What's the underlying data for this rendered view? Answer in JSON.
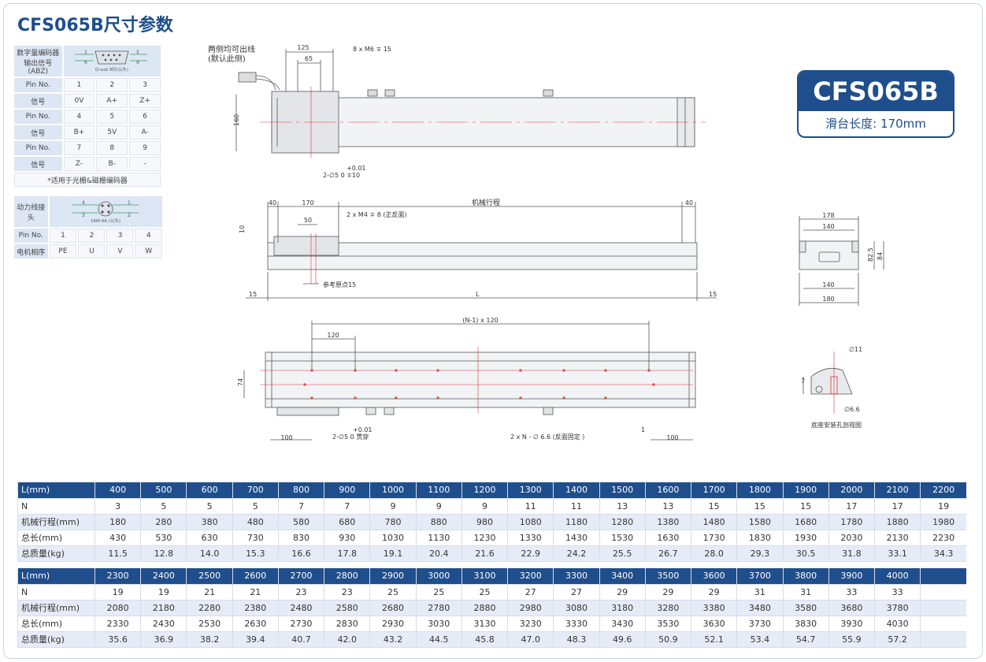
{
  "title": "CFS065B尺寸参数",
  "badge": {
    "model": "CFS065B",
    "travel_label": "滑台长度: 170mm"
  },
  "encoder": {
    "header": "数字量编码器\n输出信号(ABZ)",
    "connector_label": "D-sub 9针(公头)",
    "conn_pins": [
      "1",
      "5",
      "6",
      "9"
    ],
    "rows": [
      {
        "label": "Pin No.",
        "cells": [
          "1",
          "2",
          "3"
        ]
      },
      {
        "label": "信号",
        "cells": [
          "0V",
          "A+",
          "Z+"
        ]
      },
      {
        "label": "Pin No.",
        "cells": [
          "4",
          "5",
          "6"
        ]
      },
      {
        "label": "信号",
        "cells": [
          "B+",
          "5V",
          "A-"
        ]
      },
      {
        "label": "Pin No.",
        "cells": [
          "7",
          "8",
          "9"
        ]
      },
      {
        "label": "信号",
        "cells": [
          "Z-",
          "B-",
          "-"
        ]
      }
    ],
    "note": "*适用于光栅&磁栅编码器"
  },
  "power": {
    "header": "动力线接头",
    "connector_label": "16M-4A (公头)",
    "conn_pins": [
      "4",
      "3",
      "1",
      "2"
    ],
    "rows": [
      {
        "label": "Pin No.",
        "cells": [
          "1",
          "2",
          "3",
          "4"
        ]
      },
      {
        "label": "电机相序",
        "cells": [
          "PE",
          "U",
          "V",
          "W"
        ]
      }
    ]
  },
  "drawing": {
    "top": {
      "cable_note_1": "两侧均可出线",
      "cable_note_2": "(默认此侧)",
      "d125": "125",
      "d65": "65",
      "screw": "8 x M6 ∓ 15",
      "d160": "160",
      "pin_tol": "+0.01",
      "pin": "2-∅5  0   ∓10"
    },
    "side": {
      "d40a": "40",
      "d170": "170",
      "travel": "机械行程",
      "d40b": "40",
      "d50": "50",
      "screw": "2 x M4 ∓ 8 (正反面)",
      "d10": "10",
      "origin": "参考原点15",
      "d15a": "15",
      "dL": "L",
      "d15b": "15"
    },
    "bottom": {
      "pitch": "(N-1) x 120",
      "d120": "120",
      "d74": "74",
      "pin_tol": "+0.01",
      "pin": "2-∅5  0   贯穿",
      "holes": "2 x N - ∅ 6.6 (反面固定 )",
      "d1": "1",
      "d100a": "100",
      "d100b": "100"
    },
    "end": {
      "d178": "178",
      "d140a": "140",
      "d82": "82.5",
      "d84": "84",
      "d140b": "140",
      "d180": "180"
    },
    "section": {
      "d11": "∅11",
      "d7": "7",
      "d66": "∅6.6",
      "caption": "底座安装孔剖视图"
    }
  },
  "spec_tables": [
    {
      "rows": [
        {
          "label": "L(mm)",
          "cells": [
            "400",
            "500",
            "600",
            "700",
            "800",
            "900",
            "1000",
            "1100",
            "1200",
            "1300",
            "1400",
            "1500",
            "1600",
            "1700",
            "1800",
            "1900",
            "2000",
            "2100",
            "2200"
          ]
        },
        {
          "label": "N",
          "cells": [
            "3",
            "5",
            "5",
            "5",
            "7",
            "7",
            "9",
            "9",
            "9",
            "11",
            "11",
            "13",
            "13",
            "15",
            "15",
            "15",
            "17",
            "17",
            "19"
          ]
        },
        {
          "label": "机械行程(mm)",
          "cells": [
            "180",
            "280",
            "380",
            "480",
            "580",
            "680",
            "780",
            "880",
            "980",
            "1080",
            "1180",
            "1280",
            "1380",
            "1480",
            "1580",
            "1680",
            "1780",
            "1880",
            "1980"
          ]
        },
        {
          "label": "总长(mm)",
          "cells": [
            "430",
            "530",
            "630",
            "730",
            "830",
            "930",
            "1030",
            "1130",
            "1230",
            "1330",
            "1430",
            "1530",
            "1630",
            "1730",
            "1830",
            "1930",
            "2030",
            "2130",
            "2230"
          ]
        },
        {
          "label": "总质量(kg)",
          "cells": [
            "11.5",
            "12.8",
            "14.0",
            "15.3",
            "16.6",
            "17.8",
            "19.1",
            "20.4",
            "21.6",
            "22.9",
            "24.2",
            "25.5",
            "26.7",
            "28.0",
            "29.3",
            "30.5",
            "31.8",
            "33.1",
            "34.3"
          ]
        }
      ]
    },
    {
      "rows": [
        {
          "label": "L(mm)",
          "cells": [
            "2300",
            "2400",
            "2500",
            "2600",
            "2700",
            "2800",
            "2900",
            "3000",
            "3100",
            "3200",
            "3300",
            "3400",
            "3500",
            "3600",
            "3700",
            "3800",
            "3900",
            "4000",
            ""
          ]
        },
        {
          "label": "N",
          "cells": [
            "19",
            "19",
            "21",
            "21",
            "23",
            "23",
            "25",
            "25",
            "25",
            "27",
            "27",
            "29",
            "29",
            "29",
            "31",
            "31",
            "33",
            "33",
            ""
          ]
        },
        {
          "label": "机械行程(mm)",
          "cells": [
            "2080",
            "2180",
            "2280",
            "2380",
            "2480",
            "2580",
            "2680",
            "2780",
            "2880",
            "2980",
            "3080",
            "3180",
            "3280",
            "3380",
            "3480",
            "3580",
            "3680",
            "3780",
            ""
          ]
        },
        {
          "label": "总长(mm)",
          "cells": [
            "2330",
            "2430",
            "2530",
            "2630",
            "2730",
            "2830",
            "2930",
            "3030",
            "3130",
            "3230",
            "3330",
            "3430",
            "3530",
            "3630",
            "3730",
            "3830",
            "3930",
            "4030",
            ""
          ]
        },
        {
          "label": "总质量(kg)",
          "cells": [
            "35.6",
            "36.9",
            "38.2",
            "39.4",
            "40.7",
            "42.0",
            "43.2",
            "44.5",
            "45.8",
            "47.0",
            "48.3",
            "49.6",
            "50.9",
            "52.1",
            "53.4",
            "54.7",
            "55.9",
            "57.2",
            ""
          ]
        }
      ]
    }
  ]
}
